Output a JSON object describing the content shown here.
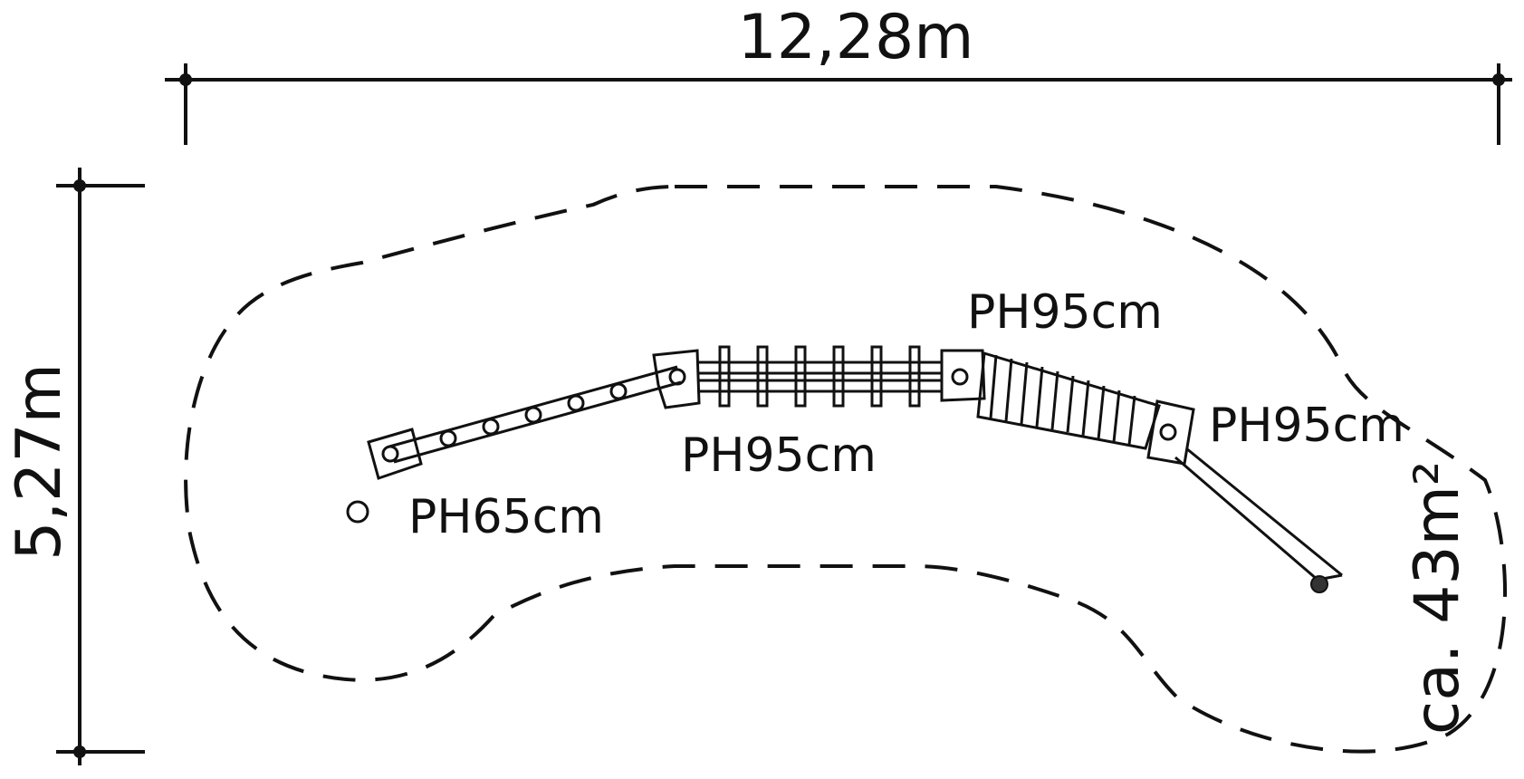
{
  "dimensions": {
    "width": "12,28m",
    "height": "5,27m",
    "area": "ca. 43m²"
  },
  "labels": {
    "post_low": "PH65cm",
    "platform_center": "PH95cm",
    "platform_upper": "PH95cm",
    "platform_right": "PH95cm"
  },
  "colors": {
    "line": "#111111",
    "fill": "#ffffff"
  }
}
